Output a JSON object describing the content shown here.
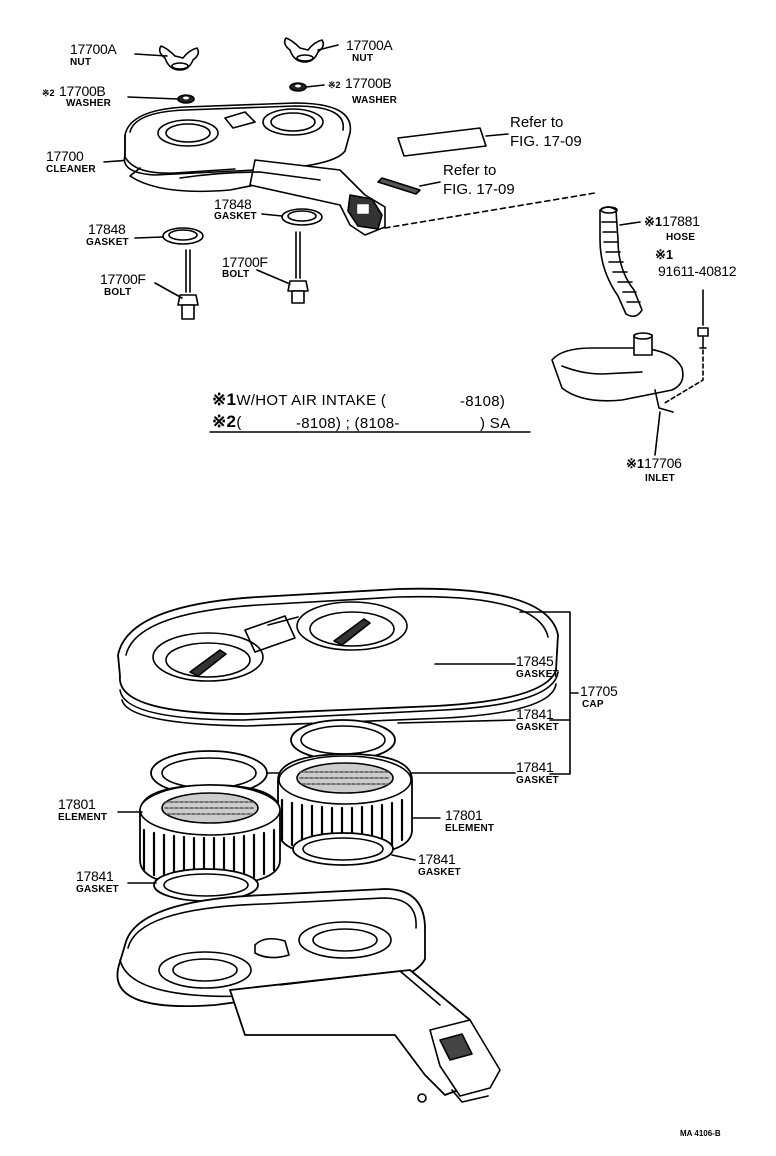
{
  "labels": {
    "nut_left": {
      "num": "17700A",
      "name": "NUT"
    },
    "nut_right": {
      "num": "17700A",
      "name": "NUT"
    },
    "washer_left": {
      "mark": "※2",
      "num": "17700B",
      "name": "WASHER"
    },
    "washer_right": {
      "mark": "※2",
      "num": "17700B",
      "name": "WASHER"
    },
    "cleaner": {
      "num": "17700",
      "name": "CLEANER"
    },
    "gasket_upper_mid": {
      "num": "17848",
      "name": "GASKET"
    },
    "gasket_upper_left": {
      "num": "17848",
      "name": "GASKET"
    },
    "bolt_left": {
      "num": "17700F",
      "name": "BOLT"
    },
    "bolt_mid": {
      "num": "17700F",
      "name": "BOLT"
    },
    "refer_1": {
      "line1": "Refer to",
      "line2": "FIG. 17-09"
    },
    "refer_2": {
      "line1": "Refer to",
      "line2": "FIG. 17-09"
    },
    "hose": {
      "mark": "※1",
      "num": "17881",
      "name": "HOSE"
    },
    "bolt_91611": {
      "mark": "※1",
      "num": "91611-40812"
    },
    "inlet": {
      "mark": "※1",
      "num": "17706",
      "name": "INLET"
    },
    "gasket_17845": {
      "num": "17845",
      "name": "GASKET"
    },
    "cap": {
      "num": "17705",
      "name": "CAP"
    },
    "gasket_17841_a": {
      "num": "17841",
      "name": "GASKET"
    },
    "gasket_17841_b": {
      "num": "17841",
      "name": "GASKET"
    },
    "element_left": {
      "num": "17801",
      "name": "ELEMENT"
    },
    "element_right": {
      "num": "17801",
      "name": "ELEMENT"
    },
    "gasket_17841_c": {
      "num": "17841",
      "name": "GASKET"
    },
    "gasket_17841_d": {
      "num": "17841",
      "name": "GASKET"
    }
  },
  "notes": {
    "note1": {
      "mark": "※1",
      "text": "W/HOT AIR INTAKE (",
      "range": "-8108)"
    },
    "note2": {
      "mark": "※2",
      "part1": "(",
      "part2": "-8108) ; (8108-",
      "part3": ") SA"
    }
  },
  "figure_code": "MA 4106-B"
}
